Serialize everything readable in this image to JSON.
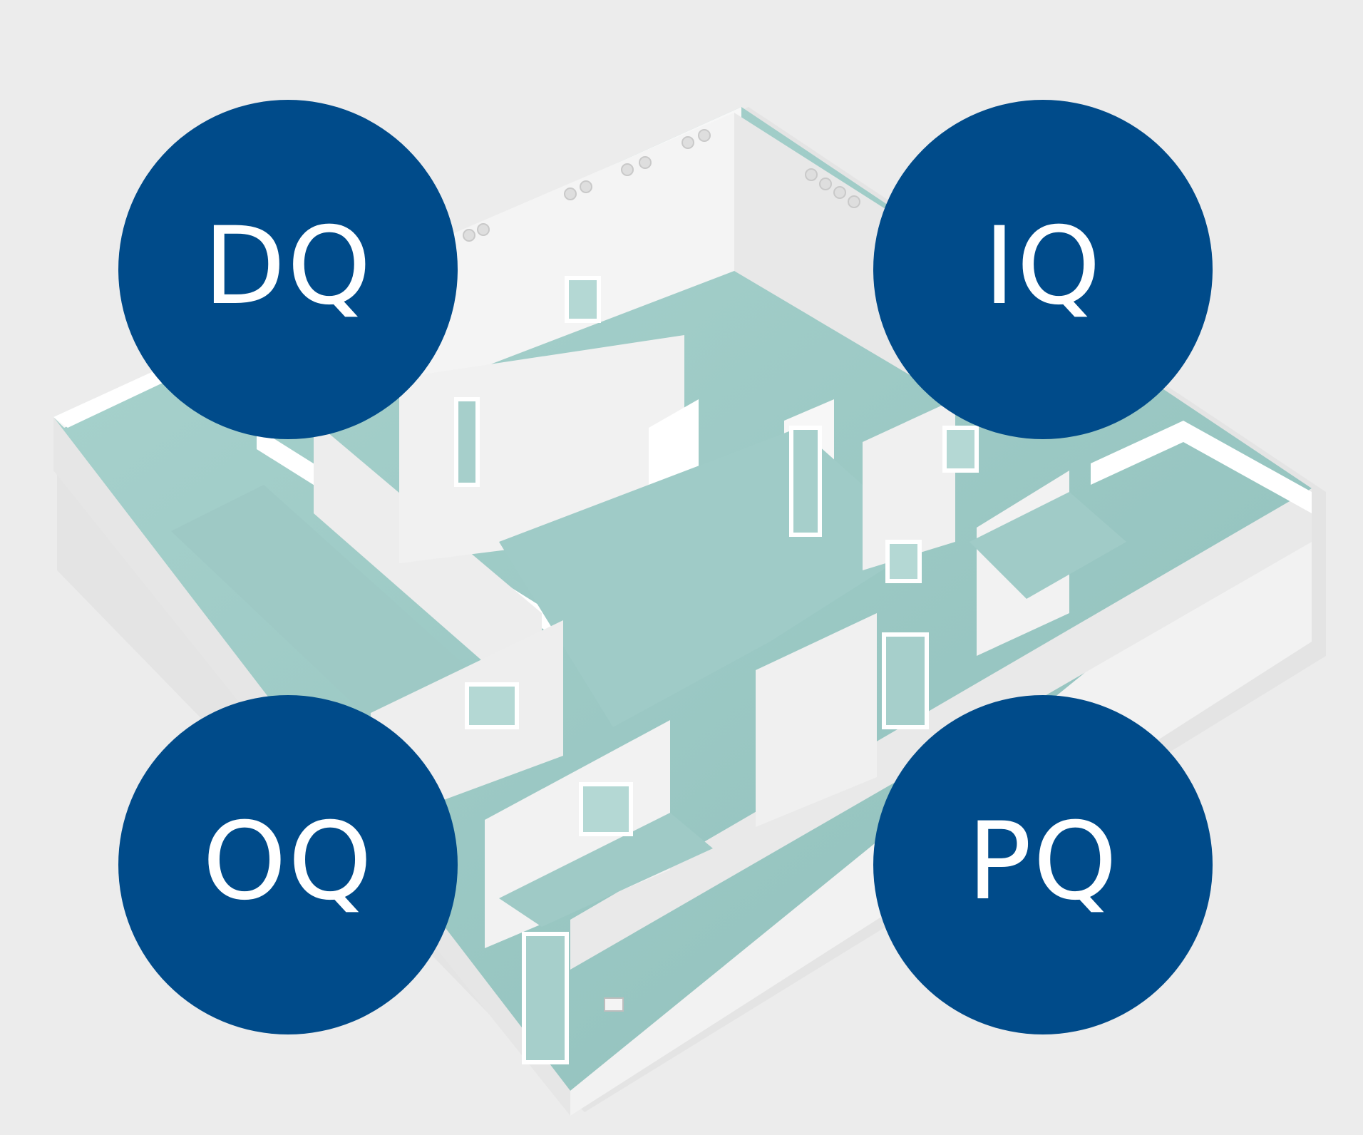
{
  "colors": {
    "background": "#ececec",
    "badge": "#004b8a",
    "badge_text": "#ffffff",
    "floor": "#9cc8c4",
    "wall_top": "#ffffff",
    "wall_face": "#e3e3e3",
    "wall_shade": "#d2d2d2"
  },
  "badges": {
    "dq": "DQ",
    "iq": "IQ",
    "oq": "OQ",
    "pq": "PQ"
  }
}
